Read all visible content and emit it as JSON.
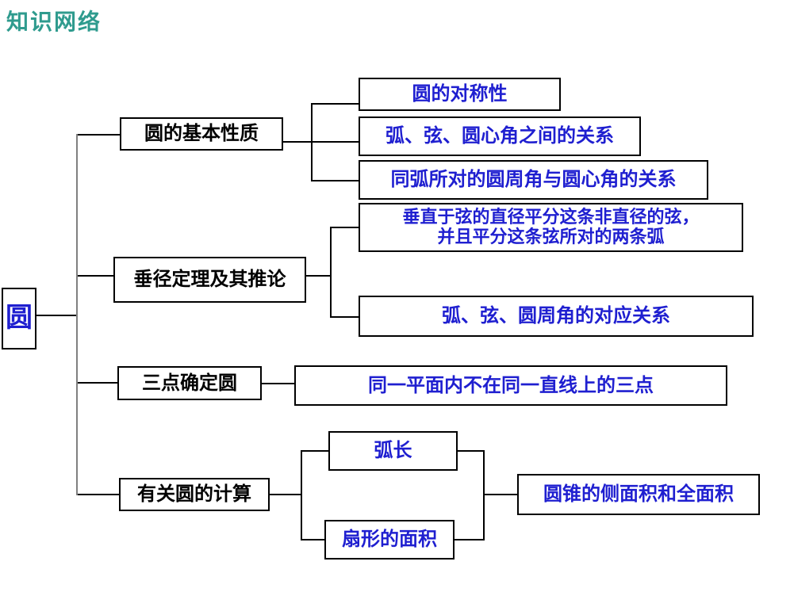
{
  "page": {
    "title": "知识网络",
    "title_color": "#2F9B8E",
    "background": "#FFFFFF"
  },
  "colors": {
    "leaf_text": "#1F1FD0",
    "branch_text": "#000000",
    "root_text": "#1F1FD0",
    "box_border": "#000000",
    "trunk_line": "#808080",
    "connector_line": "#000000"
  },
  "diagram": {
    "root": {
      "label": "圆"
    },
    "branches": [
      {
        "label": "圆的基本性质",
        "children": [
          {
            "label": "圆的对称性"
          },
          {
            "label": "弧、弦、圆心角之间的关系"
          },
          {
            "label": "同弧所对的圆周角与圆心角的关系"
          }
        ]
      },
      {
        "label": "垂径定理及其推论",
        "children": [
          {
            "lines": [
              "垂直于弦的直径平分这条非直径的弦，",
              "并且平分这条弦所对的两条弧"
            ]
          },
          {
            "label": "弧、弦、圆周角的对应关系"
          }
        ]
      },
      {
        "label": "三点确定圆",
        "children": [
          {
            "label": "同一平面内不在同一直线上的三点"
          }
        ]
      },
      {
        "label": "有关圆的计算",
        "children": [
          {
            "label": "弧长"
          },
          {
            "label": "扇形的面积"
          }
        ],
        "descendant": {
          "label": "圆锥的侧面积和全面积"
        }
      }
    ]
  }
}
